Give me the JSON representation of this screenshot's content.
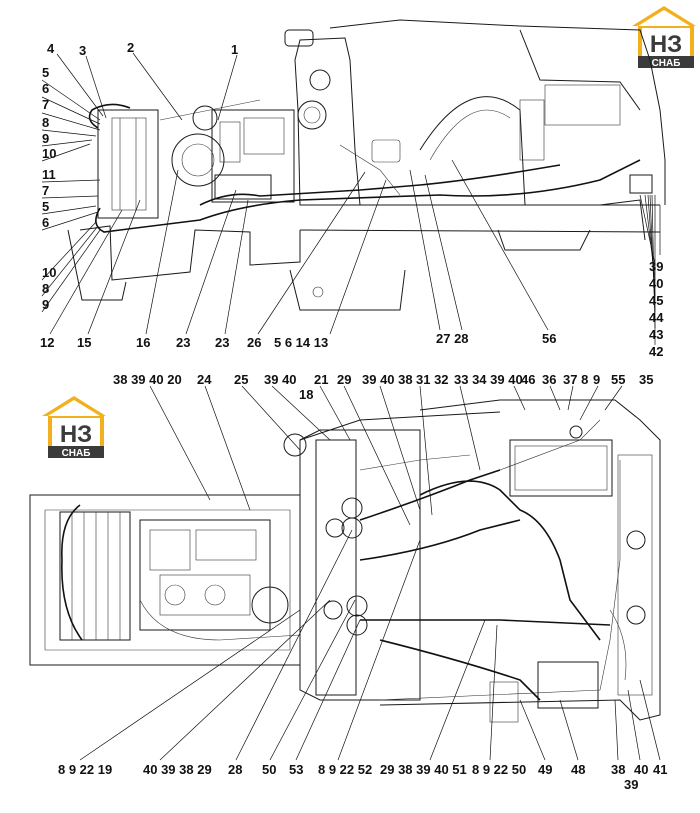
{
  "logo": {
    "letters": "НЗ",
    "caption": "СНАБ",
    "brand_color": "#f2b01e",
    "dark_color": "#3b3b3b"
  },
  "top_view": {
    "left_labels": [
      "4",
      "3",
      "2",
      "1",
      "5",
      "6",
      "7",
      "8",
      "9",
      "10",
      "11",
      "7",
      "5",
      "6",
      "10",
      "8",
      "9"
    ],
    "bottom_labels": [
      "12",
      "15",
      "16",
      "23",
      "23",
      "26",
      "5 6 14 13",
      "27 28",
      "56"
    ],
    "right_labels": [
      "39",
      "40",
      "45",
      "44",
      "43",
      "42"
    ]
  },
  "bottom_view": {
    "top_labels": [
      "38 39 40 20",
      "24",
      "25",
      "39 40",
      "21",
      "18",
      "29",
      "39 40 38",
      "31 32",
      "33 34 39 40",
      "46",
      "36",
      "37 8",
      "9",
      "55",
      "35"
    ],
    "bottom_labels": [
      "8 9 22 19",
      "40 39 38 29",
      "28",
      "50",
      "53",
      "8 9 22 52",
      "29 38 39 40 51",
      "8 9 22 50",
      "49",
      "48",
      "38",
      "40",
      "41",
      "39"
    ]
  }
}
